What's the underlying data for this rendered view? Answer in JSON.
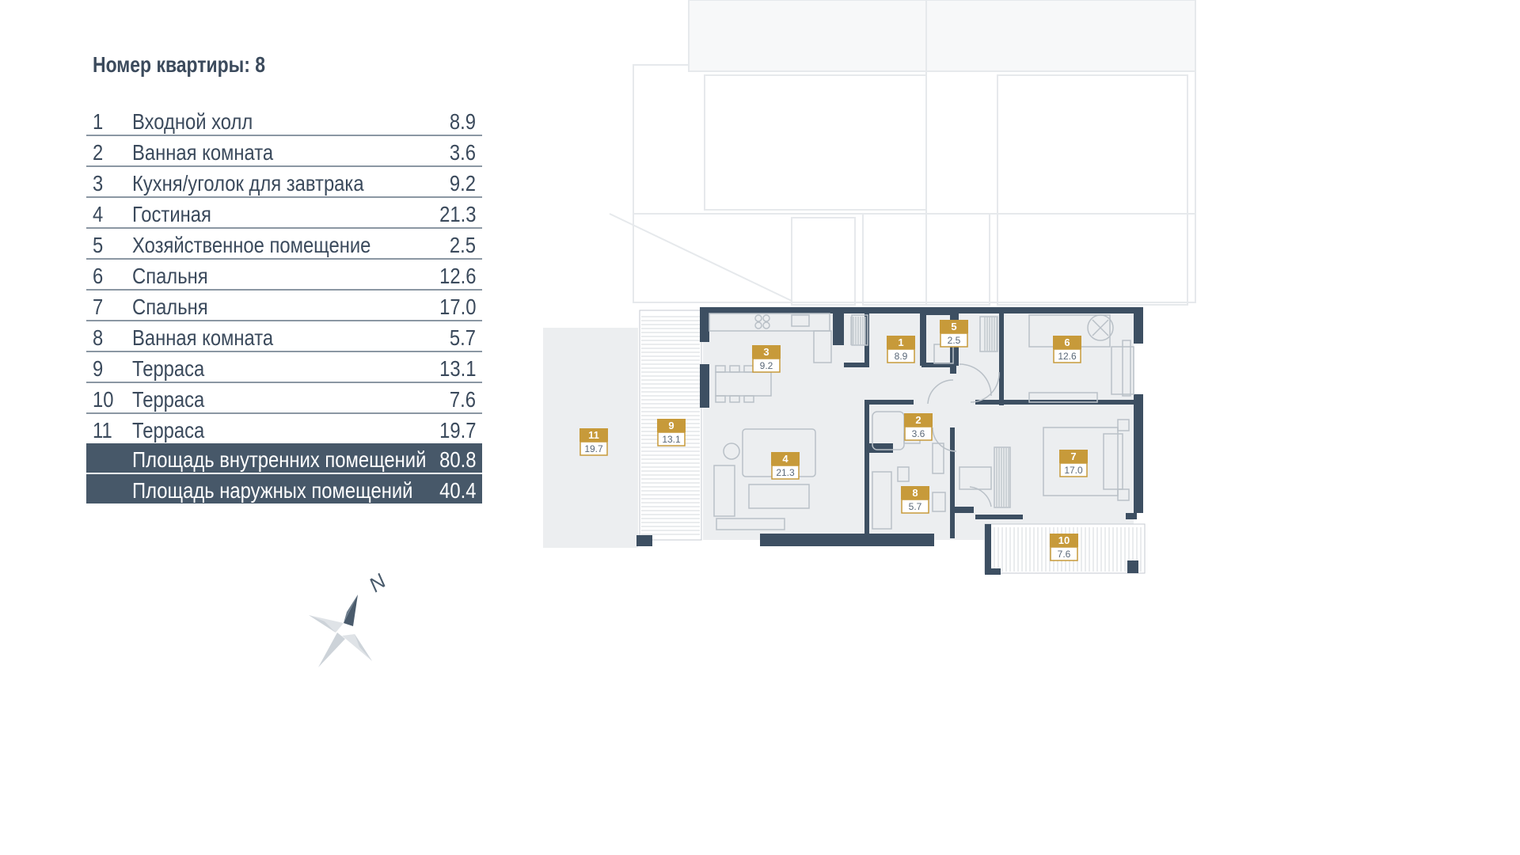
{
  "header": {
    "title": "Номер квартиры: 8"
  },
  "rooms": [
    {
      "num": "1",
      "name": "Входной холл",
      "area": "8.9"
    },
    {
      "num": "2",
      "name": "Ванная комната",
      "area": "3.6"
    },
    {
      "num": "3",
      "name": "Кухня/уголок для завтрака",
      "area": "9.2"
    },
    {
      "num": "4",
      "name": "Гостиная",
      "area": "21.3"
    },
    {
      "num": "5",
      "name": "Хозяйственное помещение",
      "area": "2.5"
    },
    {
      "num": "6",
      "name": "Спальня",
      "area": "12.6"
    },
    {
      "num": "7",
      "name": "Спальня",
      "area": "17.0"
    },
    {
      "num": "8",
      "name": "Ванная комната",
      "area": "5.7"
    },
    {
      "num": "9",
      "name": "Терраса",
      "area": "13.1"
    },
    {
      "num": "10",
      "name": "Терраса",
      "area": "7.6"
    },
    {
      "num": "11",
      "name": "Терраса",
      "area": "19.7"
    }
  ],
  "totals": {
    "inner": {
      "label": "Площадь внутренних помещений",
      "area": "80.8"
    },
    "outer": {
      "label": "Площадь наружных помещений",
      "area": "40.4"
    }
  },
  "plan_labels": [
    {
      "num": "1",
      "area": "8.9"
    },
    {
      "num": "2",
      "area": "3.6"
    },
    {
      "num": "3",
      "area": "9.2"
    },
    {
      "num": "4",
      "area": "21.3"
    },
    {
      "num": "5",
      "area": "2.5"
    },
    {
      "num": "6",
      "area": "12.6"
    },
    {
      "num": "7",
      "area": "17.0"
    },
    {
      "num": "8",
      "area": "5.7"
    },
    {
      "num": "9",
      "area": "13.1"
    },
    {
      "num": "10",
      "area": "7.6"
    },
    {
      "num": "11",
      "area": "19.7"
    }
  ],
  "compass": {
    "north_label": "N"
  },
  "colors": {
    "wall": "#3d4f62",
    "label": "#c79a3a",
    "text": "#3b4a5c",
    "floor": "#eceef0"
  }
}
